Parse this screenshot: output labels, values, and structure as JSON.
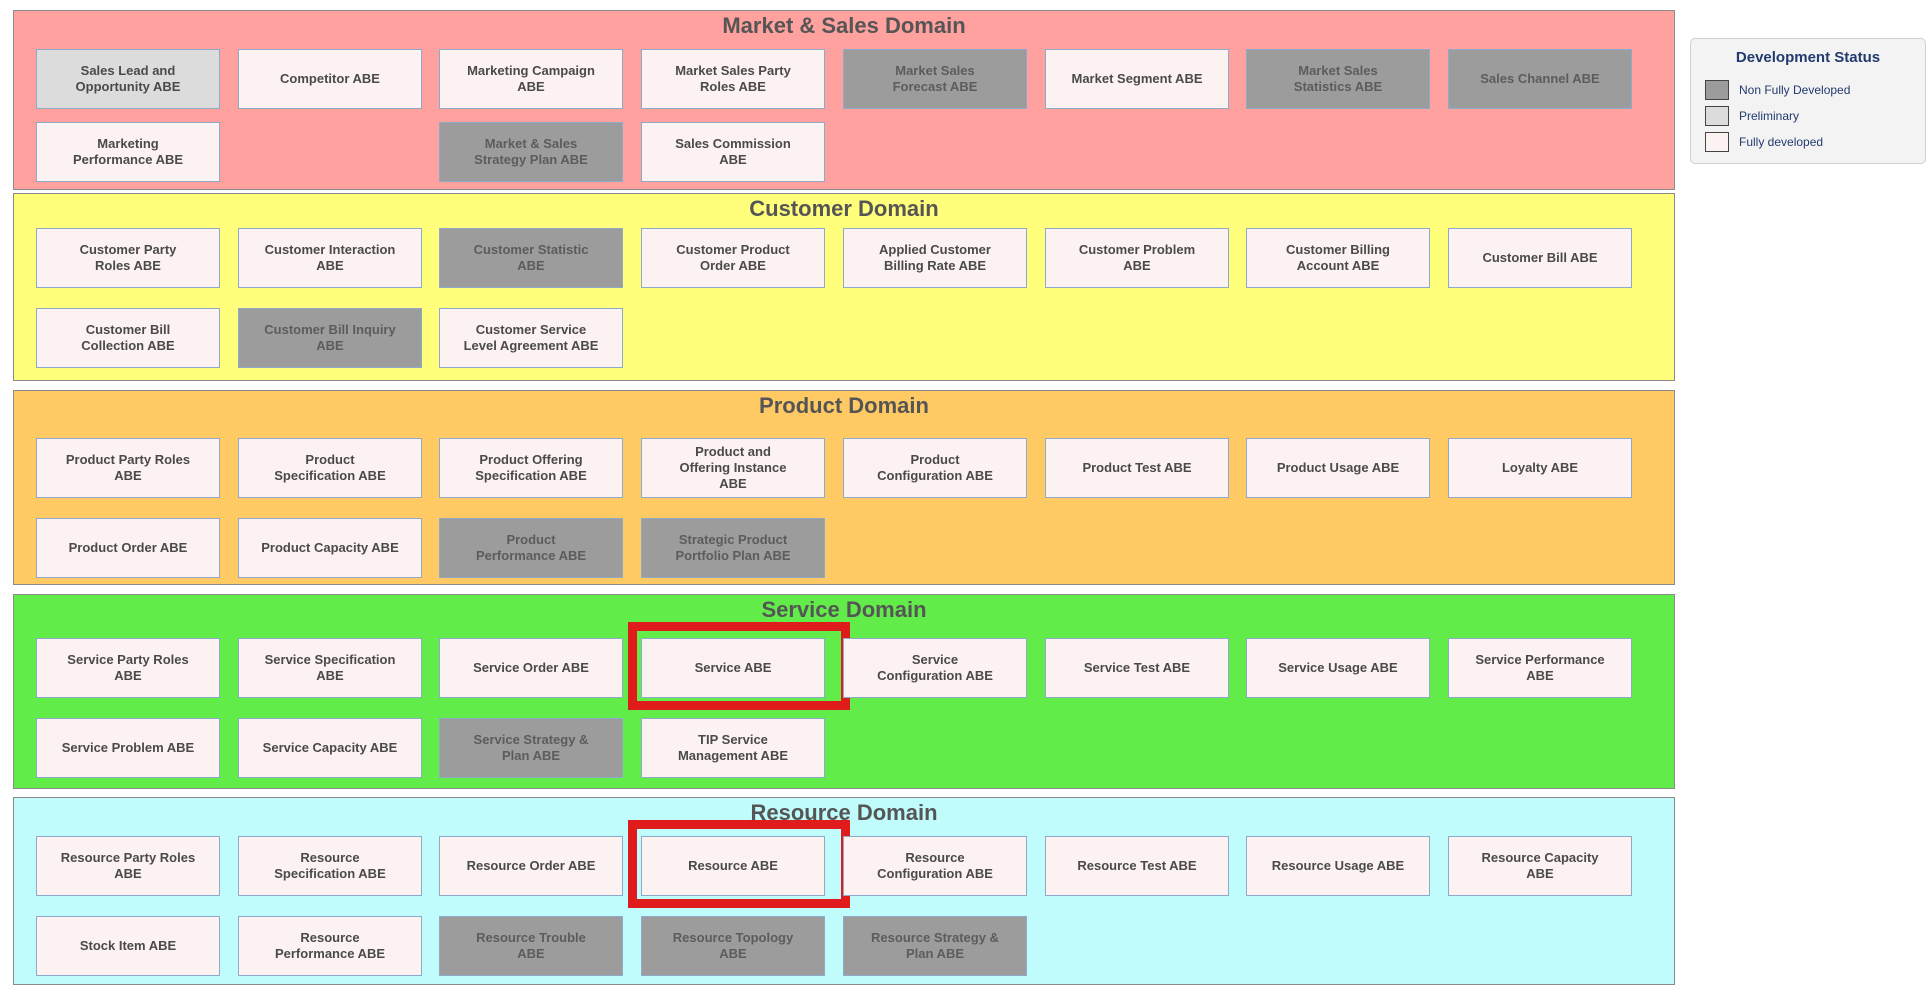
{
  "legend": {
    "title": "Development Status",
    "items": [
      {
        "label": "Non Fully Developed",
        "color": "#9c9c9c",
        "status": "nonfull"
      },
      {
        "label": "Preliminary",
        "color": "#dcdcdc",
        "status": "prelim"
      },
      {
        "label": "Fully developed",
        "color": "#fdf2f2",
        "status": "full"
      }
    ]
  },
  "domains": [
    {
      "title": "Market & Sales Domain",
      "color": "#ffa19f",
      "rows": [
        [
          {
            "label": "Sales Lead and\nOpportunity ABE",
            "status": "prelim"
          },
          {
            "label": "Competitor ABE",
            "status": "full"
          },
          {
            "label": "Marketing Campaign\nABE",
            "status": "full"
          },
          {
            "label": "Market Sales Party\nRoles ABE",
            "status": "full"
          },
          {
            "label": "Market Sales\nForecast ABE",
            "status": "nonfull"
          },
          {
            "label": "Market Segment ABE",
            "status": "full"
          },
          {
            "label": "Market Sales\nStatistics ABE",
            "status": "nonfull"
          },
          {
            "label": "Sales Channel ABE",
            "status": "nonfull"
          }
        ],
        [
          {
            "label": "Marketing\nPerformance ABE",
            "status": "full"
          },
          null,
          {
            "label": "Market & Sales\nStrategy Plan ABE",
            "status": "nonfull"
          },
          {
            "label": "Sales Commission\nABE",
            "status": "full"
          }
        ]
      ]
    },
    {
      "title": "Customer Domain",
      "color": "#ffff7c",
      "rows": [
        [
          {
            "label": "Customer Party\nRoles ABE",
            "status": "full"
          },
          {
            "label": "Customer Interaction\nABE",
            "status": "full"
          },
          {
            "label": "Customer Statistic\nABE",
            "status": "nonfull"
          },
          {
            "label": "Customer Product\nOrder ABE",
            "status": "full"
          },
          {
            "label": "Applied Customer\nBilling Rate ABE",
            "status": "full"
          },
          {
            "label": "Customer Problem\nABE",
            "status": "full"
          },
          {
            "label": "Customer Billing\nAccount ABE",
            "status": "full"
          },
          {
            "label": "Customer Bill ABE",
            "status": "full"
          }
        ],
        [
          {
            "label": "Customer Bill\nCollection ABE",
            "status": "full"
          },
          {
            "label": "Customer Bill Inquiry\nABE",
            "status": "nonfull"
          },
          {
            "label": "Customer Service\nLevel Agreement ABE",
            "status": "full"
          }
        ]
      ]
    },
    {
      "title": "Product Domain",
      "color": "#ffca64",
      "rows": [
        [
          {
            "label": "Product Party Roles\nABE",
            "status": "full"
          },
          {
            "label": "Product\nSpecification ABE",
            "status": "full"
          },
          {
            "label": "Product Offering\nSpecification ABE",
            "status": "full"
          },
          {
            "label": "Product and\nOffering Instance\nABE",
            "status": "full"
          },
          {
            "label": "Product\nConfiguration ABE",
            "status": "full"
          },
          {
            "label": "Product Test ABE",
            "status": "full"
          },
          {
            "label": "Product Usage ABE",
            "status": "full"
          },
          {
            "label": "Loyalty ABE",
            "status": "full"
          }
        ],
        [
          {
            "label": "Product Order ABE",
            "status": "full"
          },
          {
            "label": "Product Capacity ABE",
            "status": "full"
          },
          {
            "label": "Product\nPerformance ABE",
            "status": "nonfull"
          },
          {
            "label": "Strategic Product\nPortfolio Plan ABE",
            "status": "nonfull"
          }
        ]
      ]
    },
    {
      "title": "Service Domain",
      "color": "#62ec4a",
      "rows": [
        [
          {
            "label": "Service Party Roles\nABE",
            "status": "full"
          },
          {
            "label": "Service Specification\nABE",
            "status": "full"
          },
          {
            "label": "Service Order ABE",
            "status": "full"
          },
          {
            "label": "Service ABE",
            "status": "full",
            "highlighted": true
          },
          {
            "label": "Service\nConfiguration ABE",
            "status": "full"
          },
          {
            "label": "Service Test ABE",
            "status": "full"
          },
          {
            "label": "Service Usage ABE",
            "status": "full"
          },
          {
            "label": "Service Performance\nABE",
            "status": "full"
          }
        ],
        [
          {
            "label": "Service Problem ABE",
            "status": "full"
          },
          {
            "label": "Service Capacity ABE",
            "status": "full"
          },
          {
            "label": "Service Strategy &\nPlan ABE",
            "status": "nonfull"
          },
          {
            "label": "TIP Service\nManagement ABE",
            "status": "full"
          }
        ]
      ]
    },
    {
      "title": "Resource Domain",
      "color": "#c0fcfc",
      "rows": [
        [
          {
            "label": "Resource Party Roles\nABE",
            "status": "full"
          },
          {
            "label": "Resource\nSpecification ABE",
            "status": "full"
          },
          {
            "label": "Resource Order ABE",
            "status": "full"
          },
          {
            "label": "Resource ABE",
            "status": "full",
            "highlighted": true
          },
          {
            "label": "Resource\nConfiguration ABE",
            "status": "full"
          },
          {
            "label": "Resource Test ABE",
            "status": "full"
          },
          {
            "label": "Resource Usage ABE",
            "status": "full"
          },
          {
            "label": "Resource Capacity\nABE",
            "status": "full"
          }
        ],
        [
          {
            "label": "Stock Item ABE",
            "status": "full"
          },
          {
            "label": "Resource\nPerformance ABE",
            "status": "full"
          },
          {
            "label": "Resource Trouble\nABE",
            "status": "nonfull"
          },
          {
            "label": "Resource Topology\nABE",
            "status": "nonfull"
          },
          {
            "label": "Resource Strategy &\nPlan ABE",
            "status": "nonfull"
          }
        ]
      ]
    }
  ]
}
